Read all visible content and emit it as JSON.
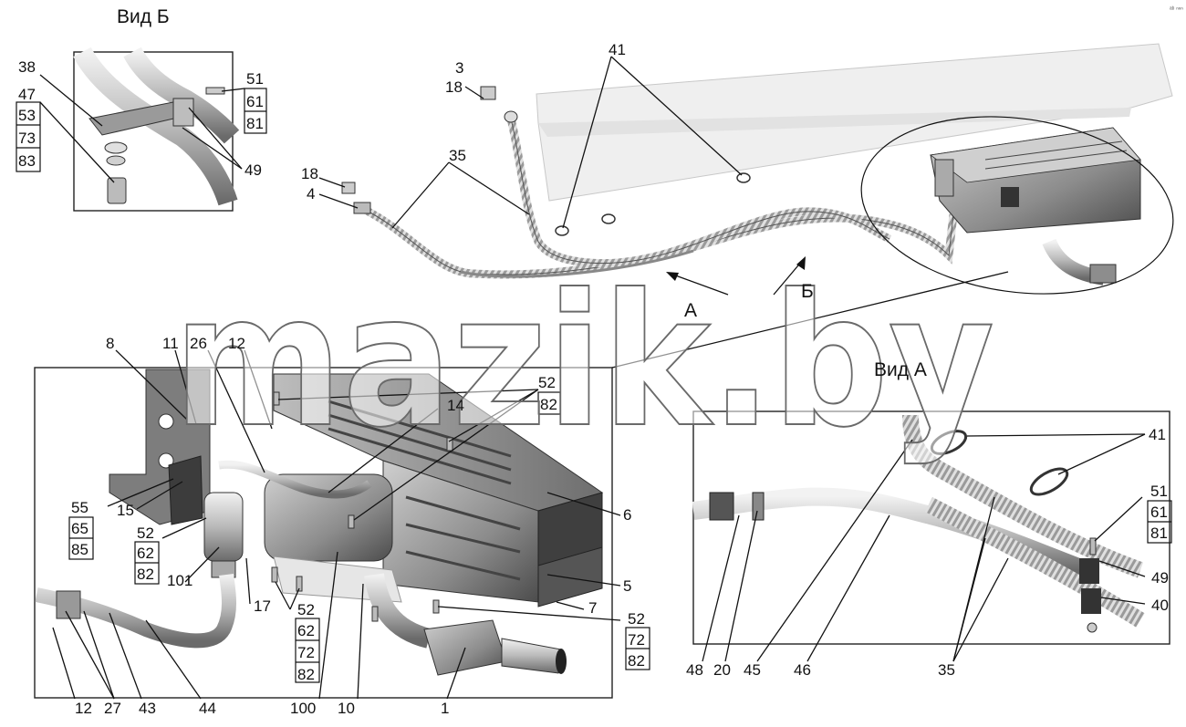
{
  "titles": {
    "view_b": "Вид Б",
    "view_a": "Вид А",
    "arrow_a": "А",
    "arrow_b": "Б"
  },
  "watermark": "mazik.by",
  "callouts": {
    "detail_b": {
      "c38": "38",
      "c47": "47",
      "c53": "53",
      "c73": "73",
      "c83": "83",
      "c51": "51",
      "c61": "61",
      "c81": "81",
      "c49": "49"
    },
    "overview": {
      "c3": "3",
      "c18a": "18",
      "c41": "41",
      "c35": "35",
      "c18b": "18",
      "c4": "4"
    },
    "main": {
      "c8": "8",
      "c11": "11",
      "c26": "26",
      "c12": "12",
      "c52a": "52",
      "c82a": "82",
      "c14": "14",
      "c6": "6",
      "c55": "55",
      "c65": "65",
      "c85": "85",
      "c15": "15",
      "c52b": "52",
      "c62b": "62",
      "c82b": "82",
      "c101": "101",
      "c17": "17",
      "c52c": "52",
      "c62c": "62",
      "c72c": "72",
      "c82c": "82",
      "c5": "5",
      "c7": "7",
      "c52d": "52",
      "c72d": "72",
      "c82d": "82",
      "c12b": "12",
      "c27": "27",
      "c43": "43",
      "c44": "44",
      "c100": "100",
      "c10": "10",
      "c1": "1"
    },
    "detail_a": {
      "c41": "41",
      "c51": "51",
      "c61": "61",
      "c81": "81",
      "c49": "49",
      "c40": "40",
      "c48": "48",
      "c20": "20",
      "c45": "45",
      "c46": "46",
      "c35": "35"
    }
  },
  "colors": {
    "ink": "#111111",
    "metal_light": "#d9d9d9",
    "metal_mid": "#a8a8a8",
    "metal_dark": "#4a4a4a",
    "frame_rail": "#ececec"
  }
}
